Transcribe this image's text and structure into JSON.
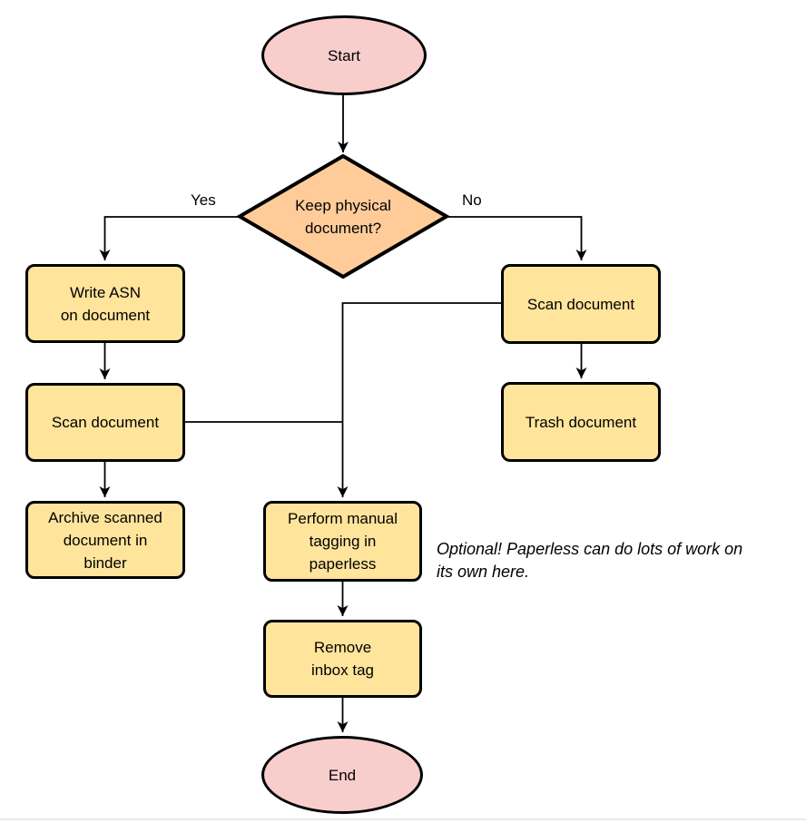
{
  "diagram": {
    "nodes": {
      "start": {
        "label": "Start"
      },
      "decision": {
        "lines": [
          "Keep physical",
          "document?"
        ]
      },
      "write_asn": {
        "lines": [
          "Write ASN",
          "on document"
        ]
      },
      "scan_left": {
        "label": "Scan document"
      },
      "archive": {
        "lines": [
          "Archive scanned",
          "document in",
          "binder"
        ]
      },
      "scan_right": {
        "label": "Scan document"
      },
      "trash": {
        "label": "Trash document"
      },
      "tagging": {
        "lines": [
          "Perform manual",
          "tagging in",
          "paperless"
        ]
      },
      "remove_inbox": {
        "lines": [
          "Remove",
          "inbox tag"
        ]
      },
      "end": {
        "label": "End"
      }
    },
    "edge_labels": {
      "yes": "Yes",
      "no": "No"
    },
    "note": {
      "lines": [
        "Optional! Paperless can do lots of work on",
        "its own here."
      ]
    },
    "colors": {
      "terminator_fill": "#F8CECC",
      "decision_fill": "#FFCC99",
      "process_fill": "#FFE49C",
      "border": "#000000",
      "edge": "#000000"
    }
  }
}
